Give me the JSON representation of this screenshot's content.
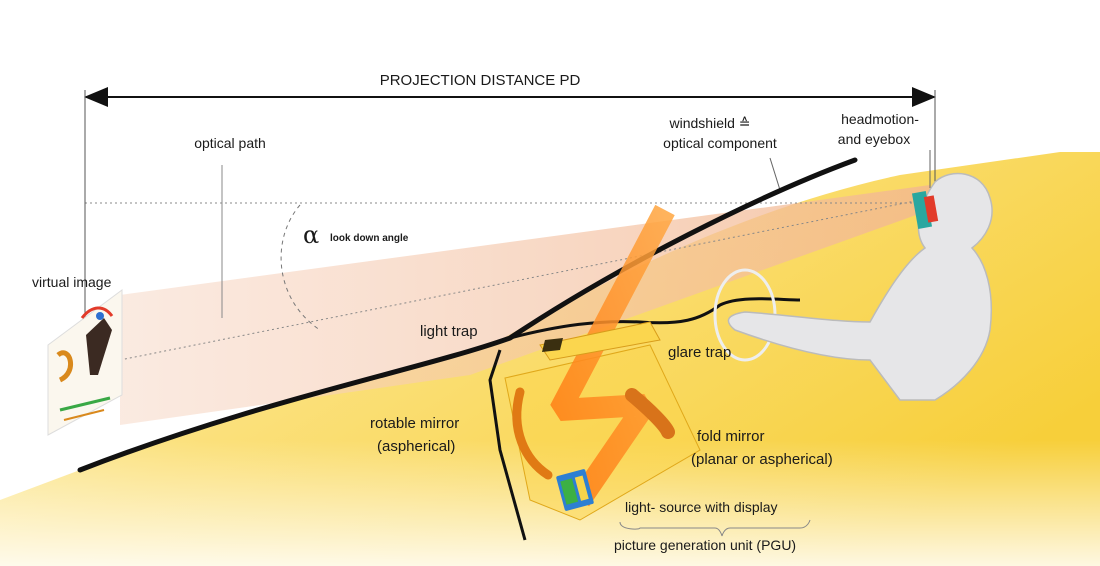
{
  "labels": {
    "projection_distance": "PROJECTION DISTANCE   PD",
    "optical_path": "optical path",
    "windshield_line1": "windshield ≙",
    "windshield_line2": "optical component",
    "headmotion_line1": "headmotion-",
    "headmotion_line2": "and eyebox",
    "alpha_symbol": "α",
    "look_down_angle": "look down angle",
    "virtual_image": "virtual  image",
    "light_trap": "light trap",
    "glare_trap": "glare trap",
    "rotable_mirror_line1": "rotable mirror",
    "rotable_mirror_line2": "(aspherical)",
    "fold_mirror_line1": "fold mirror",
    "fold_mirror_line2": "(planar or aspherical)",
    "light_source": "light- source with display",
    "pgu": "picture generation unit (PGU)"
  },
  "colors": {
    "dash_yellow": "#f7d54a",
    "beam_peach": "#f3c3a8",
    "beam_orange": "#f07a1c",
    "dashboard_outline": "#111111",
    "head_gray": "#e6e6e8",
    "eyebox_teal": "#2aa7a0",
    "eyebox_red": "#e23b2a"
  }
}
